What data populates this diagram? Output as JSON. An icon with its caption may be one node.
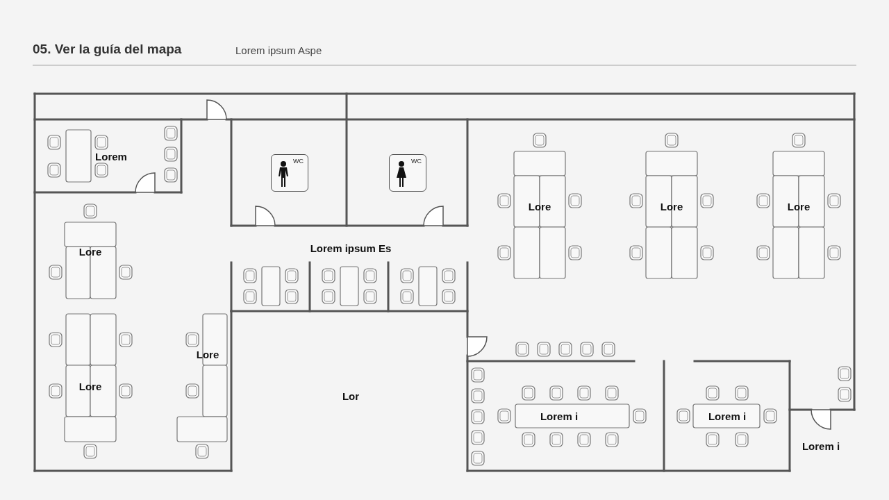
{
  "diagram": {
    "title": "05. Ver la guía del mapa",
    "nodes": [
      {
        "text": [
          "WC"
        ]
      },
      {
        "text": [
          "WC"
        ]
      }
    ],
    "labels": [
      "Lorem ipsum Aspe",
      "Lorem",
      "Lore",
      "Lore",
      "Lore",
      "Lore",
      "Lorem ipsum Es",
      "Lore",
      "Lore",
      "Lor",
      "Lorem i",
      "Lorem i",
      "Lorem i"
    ]
  }
}
